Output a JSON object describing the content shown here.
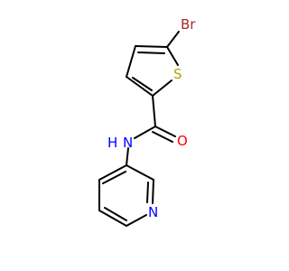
{
  "molecule": {
    "atoms": {
      "br": {
        "symbol": "Br",
        "color": "#A52A2A"
      },
      "s": {
        "symbol": "S",
        "color": "#B5A000"
      },
      "o": {
        "symbol": "O",
        "color": "#FF0000"
      },
      "nh": {
        "symbol": "N",
        "h": "H",
        "color": "#0000FF"
      },
      "npy": {
        "symbol": "N",
        "color": "#0000FF"
      }
    },
    "bond_color": "#000000"
  }
}
